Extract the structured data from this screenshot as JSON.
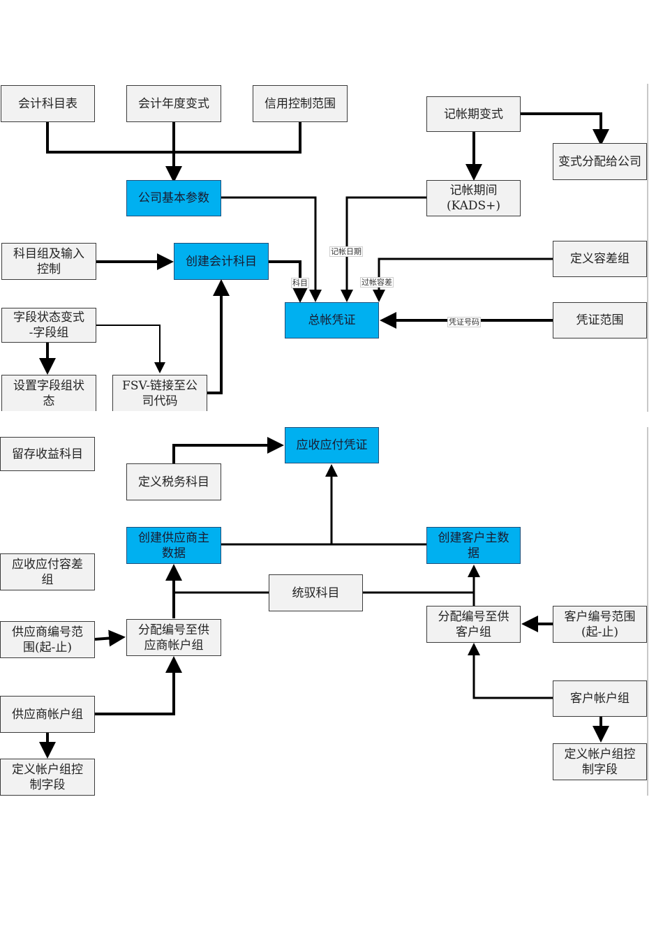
{
  "diagram": {
    "nodes": {
      "chart_of_accounts": "会计科目表",
      "fiscal_year_variant": "会计年度变式",
      "credit_control_area": "信用控制范围",
      "posting_period_variant": "记帐期变式",
      "assign_variant_to_company": "变式分配给公司",
      "company_basic_params": "公司基本参数",
      "posting_period_open": "记帐期间\n(KADS+)",
      "account_group_input_control": "科目组及输入\n控制",
      "create_gl_account": "创建会计科目",
      "define_tolerance_group": "定义容差组",
      "gl_document": "总帐凭证",
      "document_number_range": "凭证范围",
      "field_status_variant": "字段状态变式\n-字段组",
      "set_field_group_status": "设置字段组状\n态",
      "fsv_link_company_code": "FSV-链接至公\n司代码",
      "retained_earnings_account": "留存收益科目",
      "ar_ap_document": "应收应付凭证",
      "define_tax_account": "定义税务科目",
      "create_vendor_master": "创建供应商主\n数据",
      "create_customer_master": "创建客户主数\n据",
      "ar_ap_tolerance_group": "应收应付容差\n组",
      "reconciliation_account": "统驭科目",
      "vendor_number_range": "供应商编号范\n围(起-止)",
      "assign_number_vendor_group": "分配编号至供\n应商帐户组",
      "assign_number_customer_group": "分配编号至供\n客户组",
      "customer_number_range": "客户编号范围\n(起-止)",
      "vendor_account_group": "供应商帐户组",
      "customer_account_group": "客户帐户组",
      "define_vendor_group_fields": "定义帐户组控\n制字段",
      "define_customer_group_fields": "定义帐户组控\n制字段"
    },
    "edge_labels": {
      "account": "科目",
      "posting_date": "记帐日期",
      "posting_tolerance": "过帐容差",
      "document_number": "凭证号码"
    },
    "colors": {
      "process_fill": "#00b0f0",
      "config_fill": "#f2f2f2",
      "line": "#000000"
    }
  }
}
